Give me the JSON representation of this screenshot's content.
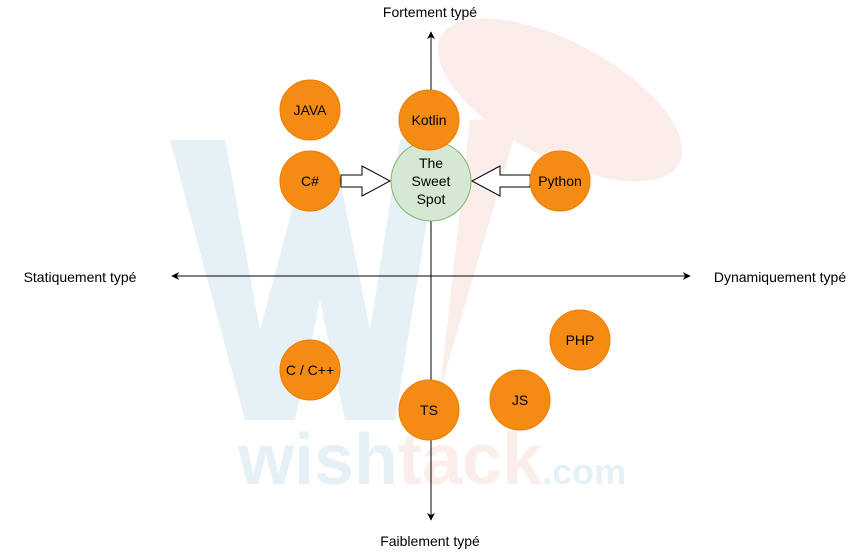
{
  "axes": {
    "top": "Fortement typé",
    "bottom": "Faiblement typé",
    "left": "Statiquement typé",
    "right": "Dynamiquement typé"
  },
  "watermark": {
    "text_part1": "wish",
    "text_part2": "tack",
    "text_part3": ".com",
    "letter": "W"
  },
  "sweet_spot": {
    "lines": [
      "The",
      "Sweet",
      "Spot"
    ]
  },
  "nodes": {
    "java": "JAVA",
    "kotlin": "Kotlin",
    "csharp": "C#",
    "python": "Python",
    "php": "PHP",
    "cpp": "C / C++",
    "ts": "TS",
    "js": "JS"
  },
  "colors": {
    "node_fill": "#f48b12",
    "node_stroke": "#ee7c00",
    "sweet_fill": "#d5e8d4",
    "sweet_stroke": "#82b366",
    "axis": "#000000",
    "watermark_blue": "#e6f1f7",
    "watermark_red": "#fbeeea"
  }
}
